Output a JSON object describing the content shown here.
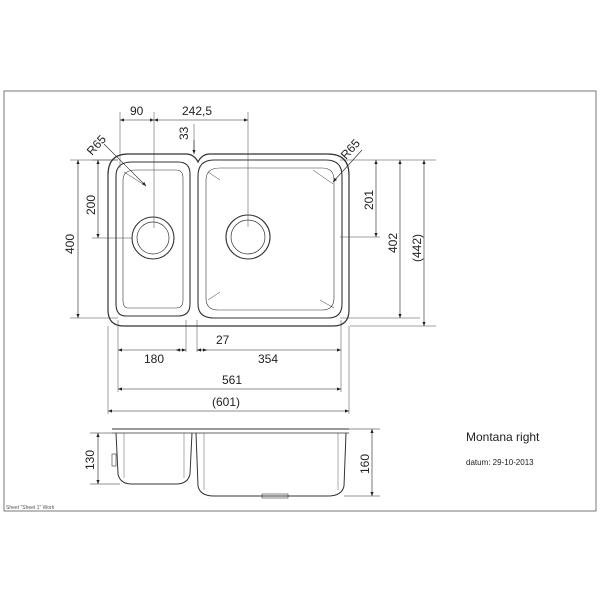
{
  "title": "Montana right",
  "datum": "datum: 29-10-2013",
  "sheet_label": "Sheet \"Sheet 1\" Work",
  "dimensions": {
    "d90": "90",
    "d242_5": "242,5",
    "d33": "33",
    "r65_left": "R65",
    "r65_right": "R65",
    "d200": "200",
    "d400": "400",
    "d201": "201",
    "d402": "402",
    "d442": "(442)",
    "d27": "27",
    "d180": "180",
    "d354": "354",
    "d561": "561",
    "d601": "(601)",
    "d130": "130",
    "d160": "160"
  }
}
